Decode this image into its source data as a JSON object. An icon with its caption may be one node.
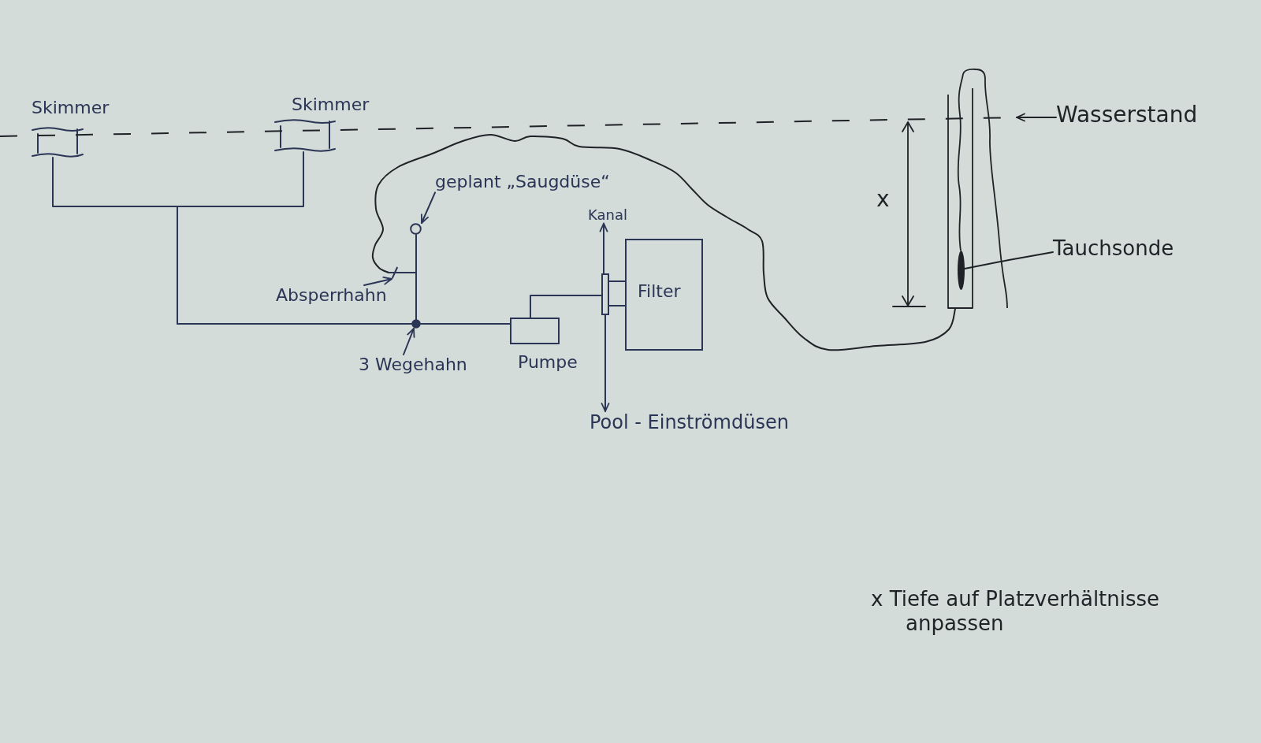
{
  "diagram": {
    "nodes": [
      {
        "text": [
          "Skimmer"
        ]
      },
      {
        "text": [
          "Skimmer"
        ]
      },
      {
        "text": [],
        "shape": "line"
      },
      {
        "text": [
          "Wasserstand"
        ]
      },
      {
        "text": [
          "geplant „Saugdüse“"
        ]
      },
      {
        "text": [],
        "shape": "circle"
      },
      {
        "text": [
          "Kanal"
        ]
      },
      {
        "text": [
          "Absperrhahn"
        ]
      },
      {
        "text": [],
        "shape": "cross"
      },
      {
        "text": [
          "Filter"
        ]
      },
      {
        "text": [],
        "shape": "box"
      },
      {
        "text": [],
        "shape": "tube"
      },
      {
        "text": [],
        "shape": "bar",
        "in": 11
      },
      {
        "text": [
          "Tauchsonde"
        ]
      },
      {
        "text": [
          "Pumpe"
        ]
      },
      {
        "text": [],
        "shape": "circle"
      },
      {
        "text": [
          "3 Wegehahn"
        ]
      },
      {
        "text": [
          "Pool - Einströmdüsen"
        ]
      }
    ],
    "edges": [
      {
        "from": 0,
        "to": 15,
        "arrow": "none"
      },
      {
        "from": 1,
        "to": 15,
        "arrow": "none"
      },
      {
        "from": 3,
        "to": 2,
        "arrow": "to",
        "color": "#1f2327"
      },
      {
        "from": 4,
        "to": 5,
        "arrow": "to"
      },
      {
        "from": 5,
        "to": 15,
        "arrow": "none"
      },
      {
        "from": 11,
        "to": 8,
        "arrow": "none",
        "color": "#1f2327"
      },
      {
        "from": 7,
        "to": 8,
        "arrow": "to"
      },
      {
        "from": 8,
        "to": 15,
        "arrow": "none"
      },
      {
        "from": 16,
        "to": 15,
        "arrow": "to"
      },
      {
        "from": 15,
        "to": 14,
        "arrow": "none"
      },
      {
        "from": 14,
        "to": 10,
        "arrow": "none"
      },
      {
        "from": 10,
        "to": 9,
        "arrow": "none"
      },
      {
        "from": 10,
        "to": 9,
        "arrow": "none"
      },
      {
        "from": 10,
        "to": 6,
        "arrow": "to"
      },
      {
        "from": 10,
        "to": 17,
        "arrow": "to"
      },
      {
        "from": 13,
        "to": 12,
        "arrow": "none",
        "color": "#1f2327"
      }
    ],
    "labels": [
      "x",
      "x Tiefe auf Platzverhältnisse anpassen"
    ]
  }
}
